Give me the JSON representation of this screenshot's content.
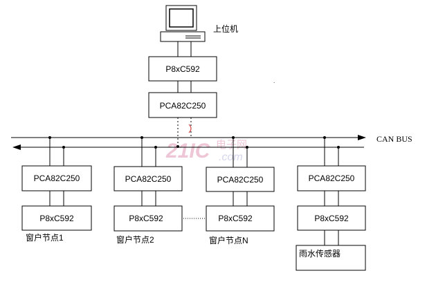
{
  "host": {
    "label": "上位机",
    "icon": "computer-icon"
  },
  "host_stack": {
    "controller": "P8xC592",
    "transceiver": "PCA82C250"
  },
  "bus": {
    "label": "CAN BUS"
  },
  "nodes": [
    {
      "transceiver": "PCA82C250",
      "controller": "P8xC592",
      "caption": "窗户节点1"
    },
    {
      "transceiver": "PCA82C250",
      "controller": "P8xC592",
      "caption": "窗户节点2"
    },
    {
      "transceiver": "PCA82C250",
      "controller": "P8xC592",
      "caption": "窗户节点N"
    },
    {
      "transceiver": "PCA82C250",
      "controller": "P8xC592",
      "sensor": "雨水传感器"
    }
  ],
  "watermark": {
    "text": "21IC电子网",
    "sub": ".com",
    "color": "#e9b3c8"
  },
  "colors": {
    "line": "#000000",
    "arrow_accent": "#d04040"
  }
}
